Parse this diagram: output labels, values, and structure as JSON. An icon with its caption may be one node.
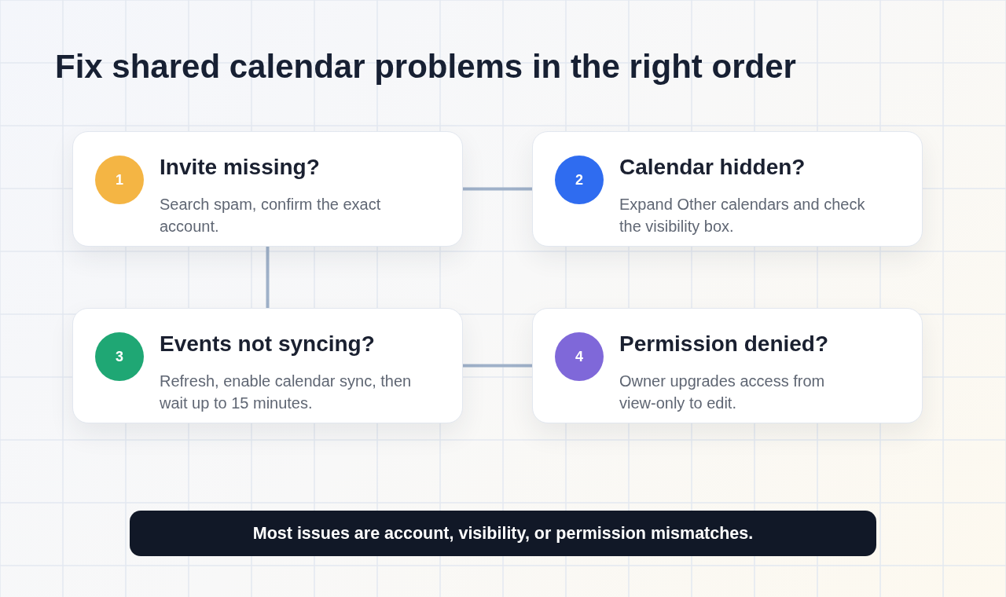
{
  "diagram": {
    "title": "Fix shared calendar problems in the right order",
    "nodes": [
      {
        "text": [
          "Invite missing?",
          "Search spam, confirm the exact account."
        ]
      },
      {
        "text": [
          "1"
        ],
        "in": 0
      },
      {
        "text": [
          "Calendar hidden?",
          "Expand Other calendars and check the visibility box."
        ]
      },
      {
        "text": [
          "2"
        ],
        "in": 2
      },
      {
        "text": [
          "Events not syncing?",
          "Refresh, enable calendar sync, then wait up to 15 minutes."
        ]
      },
      {
        "text": [
          "3"
        ],
        "in": 4
      },
      {
        "text": [
          "Permission denied?",
          "Owner upgrades access from view-only to edit."
        ]
      },
      {
        "text": [
          "4"
        ],
        "in": 6
      },
      {
        "text": [
          "Most issues are account, visibility, or permission mismatches."
        ]
      }
    ],
    "edges": [
      {
        "from": 0,
        "to": 2,
        "arrow": "none"
      },
      {
        "from": 0,
        "to": 4,
        "arrow": "none"
      },
      {
        "from": 4,
        "to": 6,
        "arrow": "none"
      }
    ]
  }
}
